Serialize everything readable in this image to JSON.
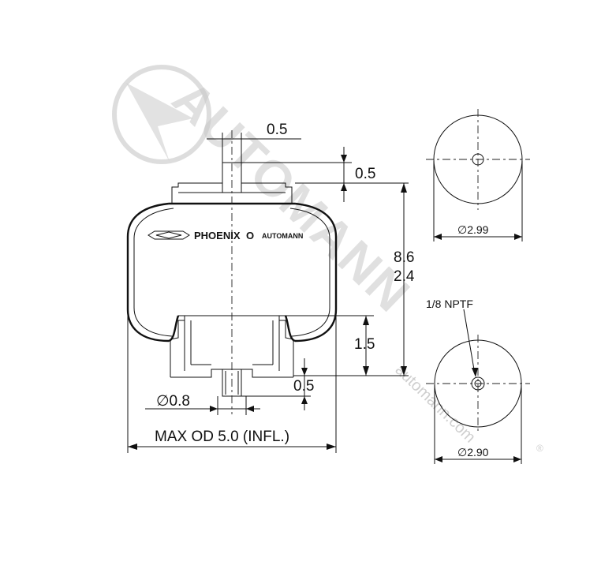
{
  "watermark": {
    "logo_text": "AUTOMANN",
    "url": "automann.com",
    "registered": "®"
  },
  "brand": {
    "phoenix": "PHOENIX",
    "separator": "O",
    "automann": "AUTOMANN"
  },
  "dimensions": {
    "top_stud_width": "0.5",
    "top_stud_height": "0.5",
    "height_max": "8.6",
    "height_min": "2.4",
    "piston_height": "1.5",
    "bottom_stud_height": "0.5",
    "bottom_stud_diameter": "∅0.8",
    "max_od": "MAX OD 5.0 (INFL.)",
    "top_plate_diameter": "∅2.99",
    "bottom_plate_diameter": "∅2.90",
    "port_label": "1/8 NPTF"
  },
  "colors": {
    "line": "#111111",
    "watermark": "#c8c8c8"
  }
}
